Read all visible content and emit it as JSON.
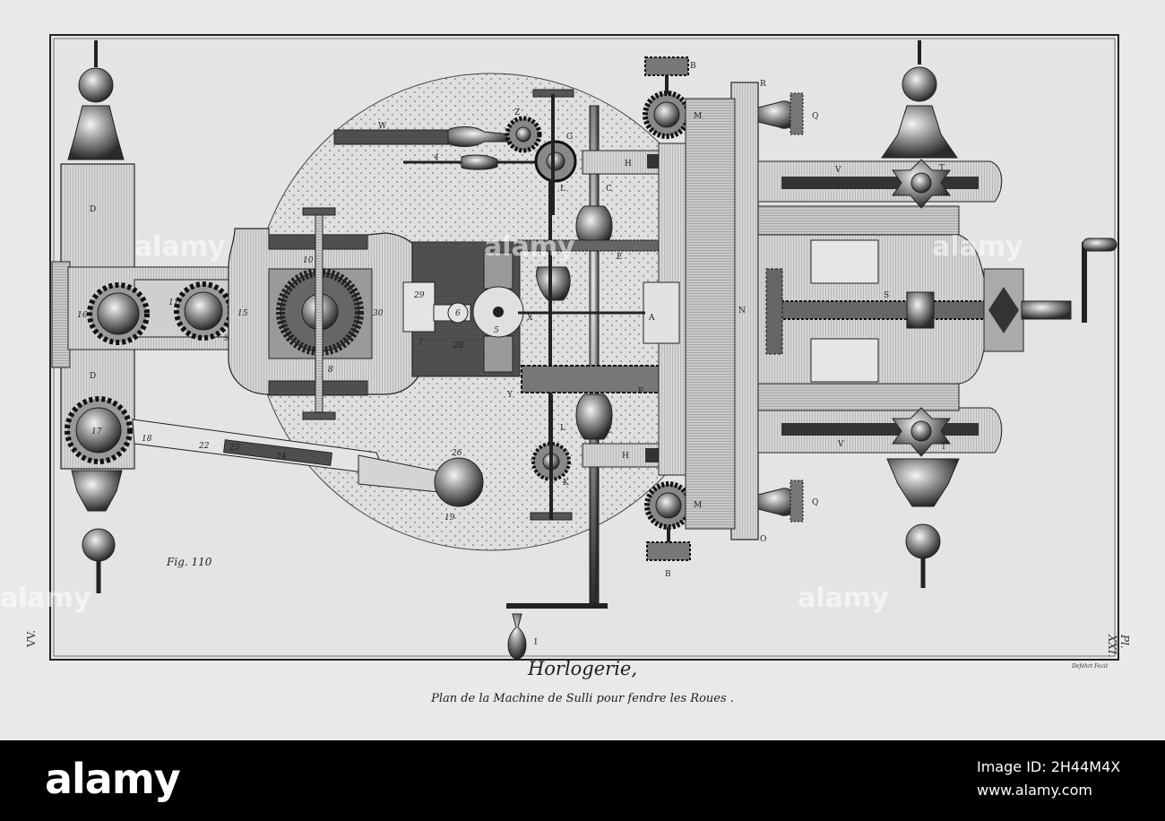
{
  "plate": {
    "title": "Horlogerie,",
    "subtitle": "Plan de la Machine de Sulli pour fendre les Roues .",
    "figure_label": "Fig. 110",
    "engraver": "Defehrt Fecit",
    "volume": "VV.",
    "plate_number": "Pl. XXI."
  },
  "part_letters": {
    "A": "A",
    "B": "B",
    "C": "C",
    "D": "D",
    "E": "E",
    "F": "F",
    "G": "G",
    "H": "H",
    "I": "I",
    "K": "K",
    "L": "L",
    "M": "M",
    "N": "N",
    "O": "O",
    "Q": "Q",
    "R": "R",
    "S": "S",
    "T": "T",
    "V": "V",
    "W": "W",
    "X": "X",
    "Y": "Y",
    "Z": "Z"
  },
  "part_numbers": {
    "n4": "4",
    "n5": "5",
    "n6": "6",
    "n7": "7",
    "n8": "8",
    "n9": "9",
    "n10": "10",
    "n11": "11",
    "n15": "15",
    "n16": "16",
    "n17": "17",
    "n18": "18",
    "n19": "19",
    "n22": "22",
    "n23": "23",
    "n24": "24",
    "n26": "26",
    "n28": "28",
    "n29": "29",
    "n30": "30"
  },
  "watermark": {
    "text": "alamy"
  },
  "stock_footer": {
    "logo": "alamy",
    "image_id": "Image ID: 2H44M4X",
    "url": "www.alamy.com"
  }
}
